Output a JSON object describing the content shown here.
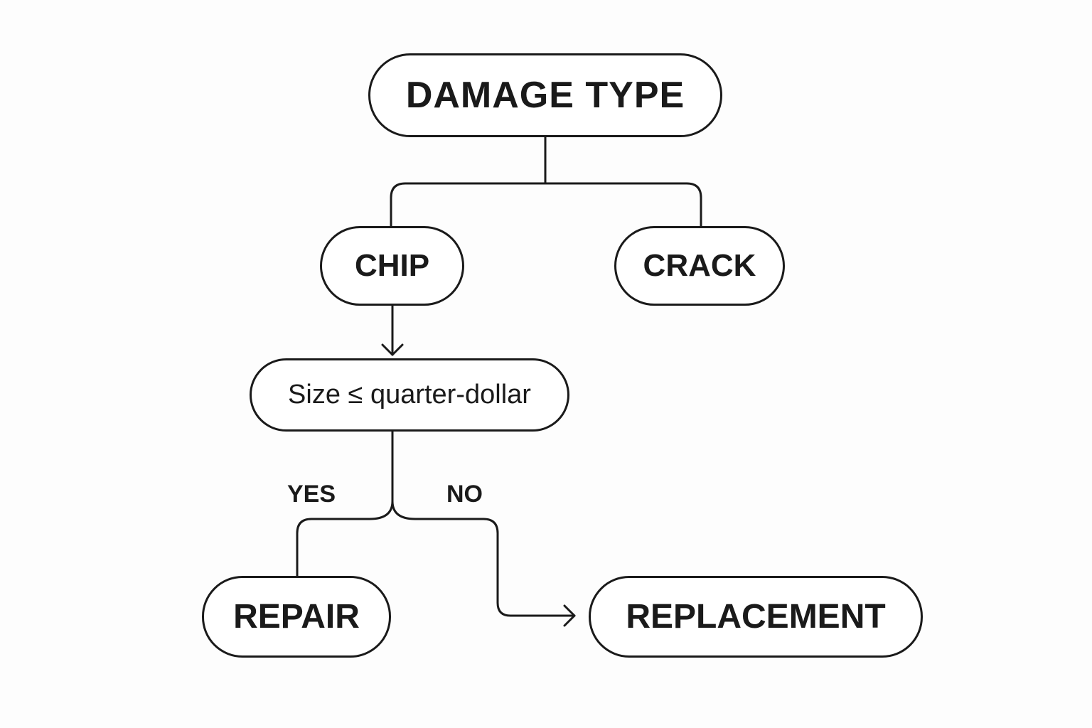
{
  "nodes": {
    "damage_type": "DAMAGE TYPE",
    "chip": "CHIP",
    "crack": "CRACK",
    "size_check": "Size ≤ quarter-dollar",
    "repair": "REPAIR",
    "replacement": "REPLACEMENT"
  },
  "edges": {
    "yes": "YES",
    "no": "NO"
  },
  "colors": {
    "stroke": "#1a1a1a",
    "background": "#fdfdfd"
  }
}
